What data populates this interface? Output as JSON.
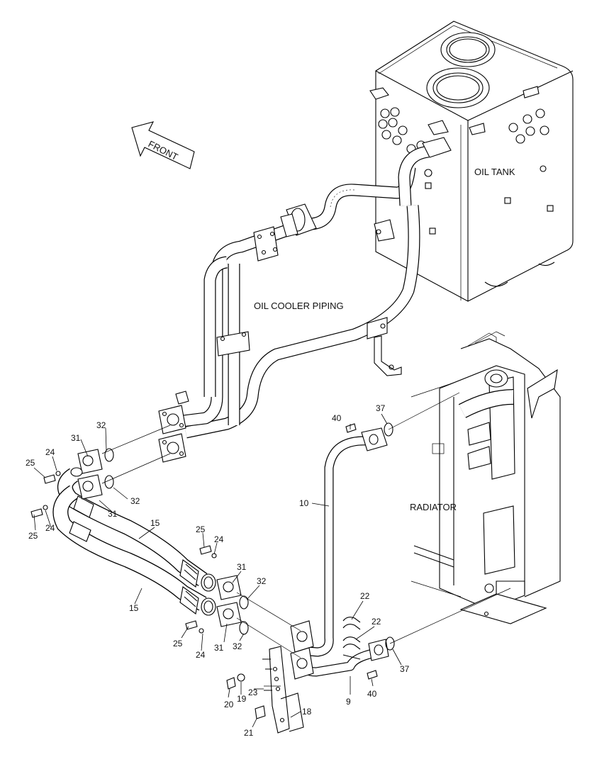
{
  "diagram": {
    "labels": {
      "front": "FRONT",
      "oil_tank": "OIL TANK",
      "oil_cooler_piping": "OIL COOLER PIPING",
      "radiator": "RADIATOR"
    },
    "callouts": [
      {
        "id": "c40a",
        "text": "40"
      },
      {
        "id": "c37a",
        "text": "37"
      },
      {
        "id": "c32a",
        "text": "32"
      },
      {
        "id": "c31a",
        "text": "31"
      },
      {
        "id": "c24a",
        "text": "24"
      },
      {
        "id": "c25a",
        "text": "25"
      },
      {
        "id": "c32b",
        "text": "32"
      },
      {
        "id": "c31b",
        "text": "31"
      },
      {
        "id": "c25b",
        "text": "25"
      },
      {
        "id": "c24b",
        "text": "24"
      },
      {
        "id": "c10",
        "text": "10"
      },
      {
        "id": "c15a",
        "text": "15"
      },
      {
        "id": "c25c",
        "text": "25"
      },
      {
        "id": "c24c",
        "text": "24"
      },
      {
        "id": "c31c",
        "text": "31"
      },
      {
        "id": "c32c",
        "text": "32"
      },
      {
        "id": "c15b",
        "text": "15"
      },
      {
        "id": "c22a",
        "text": "22"
      },
      {
        "id": "c22b",
        "text": "22"
      },
      {
        "id": "c25d",
        "text": "25"
      },
      {
        "id": "c24d",
        "text": "24"
      },
      {
        "id": "c31d",
        "text": "31"
      },
      {
        "id": "c32d",
        "text": "32"
      },
      {
        "id": "c37b",
        "text": "37"
      },
      {
        "id": "c23",
        "text": "23"
      },
      {
        "id": "c20",
        "text": "20"
      },
      {
        "id": "c19",
        "text": "19"
      },
      {
        "id": "c9",
        "text": "9"
      },
      {
        "id": "c40b",
        "text": "40"
      },
      {
        "id": "c18",
        "text": "18"
      },
      {
        "id": "c21",
        "text": "21"
      }
    ]
  }
}
